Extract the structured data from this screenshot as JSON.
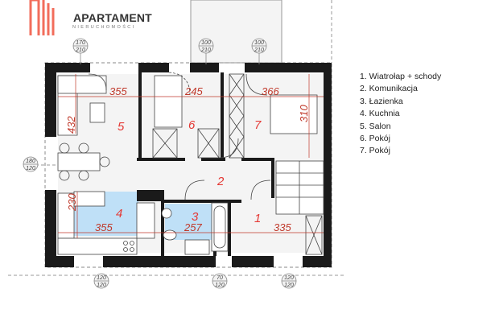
{
  "logo": {
    "brand": "APARTAMENT",
    "subtitle": "NIERUCHOMOŚCI",
    "bar_color": "#f26d5b"
  },
  "legend": {
    "items": [
      "1. Wiatrołap + schody",
      "2. Komunikacja",
      "3. Łazienka",
      "4. Kuchnia",
      "5. Salon",
      "6. Pokój",
      "7. Pokój"
    ]
  },
  "floorplan": {
    "rooms": [
      {
        "number": "1",
        "name": "Wiatrołap + schody"
      },
      {
        "number": "2",
        "name": "Komunikacja"
      },
      {
        "number": "3",
        "name": "Łazienka"
      },
      {
        "number": "4",
        "name": "Kuchnia"
      },
      {
        "number": "5",
        "name": "Salon"
      },
      {
        "number": "6",
        "name": "Pokój"
      },
      {
        "number": "7",
        "name": "Pokój"
      }
    ],
    "dimensions": {
      "salon_width": "355",
      "salon_height": "432",
      "room6_width": "245",
      "room7_width": "366",
      "room7_height": "310",
      "kitchen_width": "355",
      "kitchen_height": "230",
      "bathroom_width": "257",
      "entry_width": "335"
    },
    "openings": {
      "top_1": {
        "w": "170",
        "h": "210"
      },
      "top_2": {
        "w": "100",
        "h": "210"
      },
      "top_3": {
        "w": "100",
        "h": "210"
      },
      "left_1": {
        "w": "180",
        "h": "120"
      },
      "bottom_1": {
        "w": "120",
        "h": "120"
      },
      "bottom_2": {
        "w": "70",
        "h": "120"
      },
      "bottom_3": {
        "w": "120",
        "h": "120"
      }
    },
    "colors": {
      "wall": "#1a1a1a",
      "floor": "#f4f4f4",
      "highlight": "#bfe0f7",
      "label": "#e53935",
      "dimension": "#c0392b"
    }
  }
}
